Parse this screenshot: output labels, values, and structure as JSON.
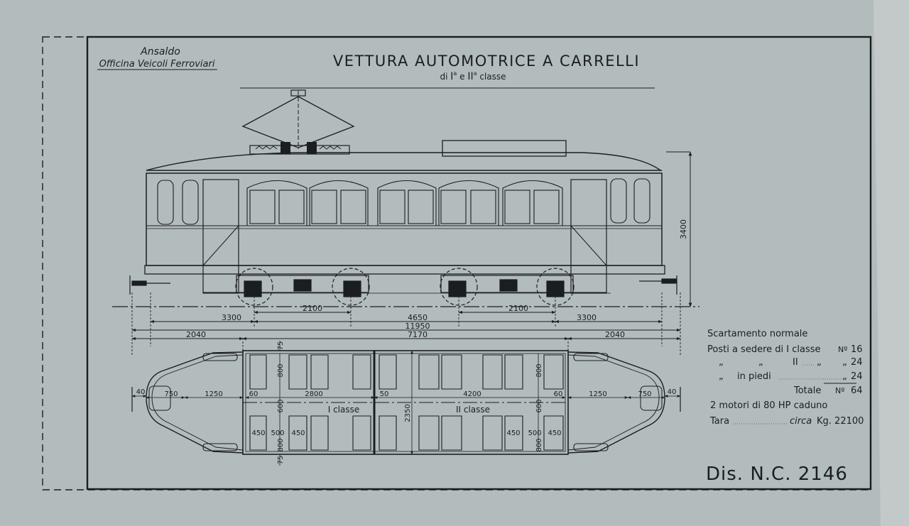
{
  "maker": {
    "company": "Ansaldo",
    "workshop": "Officina Veicoli Ferroviari"
  },
  "title": "VETTURA AUTOMOTRICE A CARRELLI",
  "subtitle": {
    "prefix": "di",
    "first": "I",
    "first_sup": "a",
    "conj": "e",
    "second": "II",
    "second_sup": "a",
    "suffix": "classe"
  },
  "side_view": {
    "height_dim": "3400"
  },
  "dimensions": {
    "overhang_left": "3300",
    "bogie_wb_left": "2100",
    "bogie_centers": "4650",
    "bogie_wb_right": "2100",
    "overhang_right": "3300",
    "length_over_buffers": "11950",
    "end_left": "2040",
    "body_length": "7170",
    "end_right": "2040"
  },
  "plan_view": {
    "class1_label": "I classe",
    "class2_label": "II classe",
    "width": "2350",
    "d40_left": "40",
    "d750_left": "750",
    "d1250_left": "1250",
    "d60_left": "60",
    "d2800": "2800",
    "d50": "50",
    "d4200": "4200",
    "d60_right": "60",
    "d1250_right": "1250",
    "d750_right": "750",
    "d40_right": "40",
    "d75_top": "75",
    "d75_bottom": "75",
    "d800_tl": "800",
    "d800_tr": "800",
    "d600_l": "600",
    "d600_r": "600",
    "d800_bl": "800",
    "d800_br": "800",
    "seat_l1": "450",
    "seat_l2": "500",
    "seat_l3": "450",
    "seat_r1": "450",
    "seat_r2": "500",
    "seat_r3": "450"
  },
  "specs": {
    "gauge": "Scartamento normale",
    "row1_label": "Posti a sedere di I classe",
    "row1_prefix": "Nº",
    "row1_value": "16",
    "row2_q1": "„",
    "row2_q2": "„",
    "row2_class": "II",
    "row2_q3": "„",
    "row2_q4": "„",
    "row2_value": "24",
    "row3_q": "„",
    "row3_label": "in piedi",
    "row3_q2": "„",
    "row3_value": "24",
    "total_label": "Totale",
    "total_prefix": "Nº",
    "total_value": "64",
    "motors": "2 motori di 80 HP caduno",
    "tara_label": "Tara",
    "tara_circa": "circa",
    "tara_value": "Kg. 22100"
  },
  "drawing_number": "Dis. N.C. 2146",
  "colors": {
    "paper": "#b3bcbd",
    "ink": "#1b1e20"
  }
}
